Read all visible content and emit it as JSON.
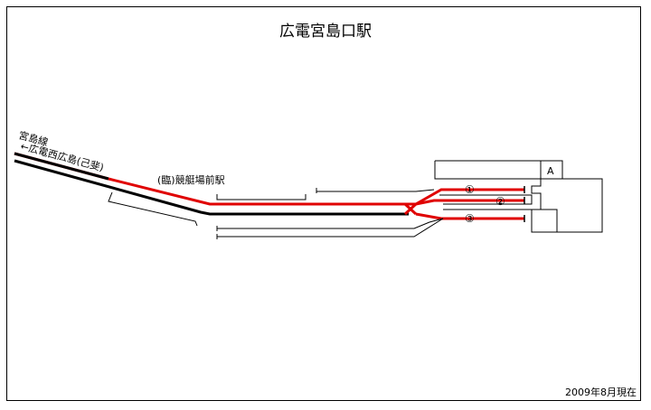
{
  "title": "広電宮島口駅",
  "labels": {
    "line_name": "宮島線",
    "direction": "←広電西広島(己斐)",
    "temp_station": "(臨)競艇場前駅",
    "station_a": "A",
    "track_1": "①",
    "track_2": "②",
    "track_3": "③"
  },
  "date_note": "2009年8月現在",
  "colors": {
    "in_service_track": "#e00000",
    "other_track": "#000000"
  }
}
